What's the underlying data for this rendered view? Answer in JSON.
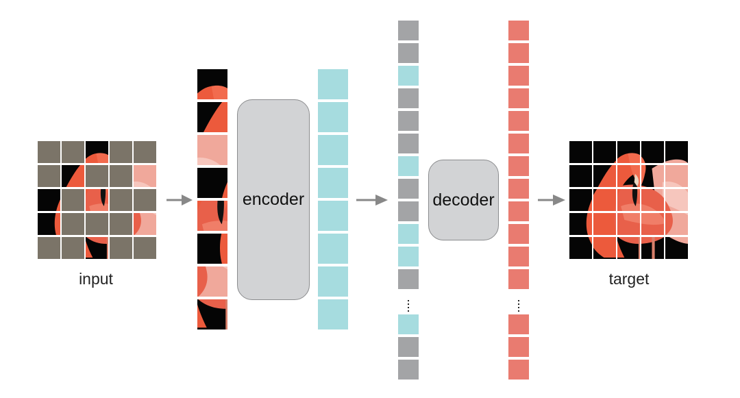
{
  "title": "Masked autoencoder pipeline",
  "labels": {
    "input": "input",
    "encoder": "encoder",
    "decoder": "decoder",
    "target": "target"
  },
  "colors": {
    "mask_patch": "#7b7468",
    "encoded_token": "#a6dcdf",
    "mask_token": "#a3a4a6",
    "decoded_token": "#e97b70",
    "block_gray": "#d2d3d5",
    "arrow": "#888888"
  },
  "input_grid": {
    "rows": 5,
    "cols": 5,
    "visible_patches": [
      [
        0,
        2
      ],
      [
        1,
        1
      ],
      [
        1,
        4
      ],
      [
        2,
        0
      ],
      [
        2,
        2
      ],
      [
        3,
        0
      ],
      [
        3,
        4
      ],
      [
        4,
        2
      ]
    ]
  },
  "visible_patch_column": {
    "count": 8
  },
  "encoded_column": {
    "count": 8
  },
  "decoder_input_column": {
    "tokens_before_ellipsis": [
      "mask",
      "mask",
      "encoded",
      "mask",
      "mask",
      "mask",
      "encoded",
      "mask",
      "mask",
      "encoded",
      "encoded",
      "mask"
    ],
    "ellipsis": "⋮",
    "tokens_after_ellipsis": [
      "encoded",
      "mask",
      "mask"
    ]
  },
  "decoder_output_column": {
    "count_before_ellipsis": 12,
    "ellipsis": "⋮",
    "count_after_ellipsis": 3
  },
  "target_grid": {
    "rows": 5,
    "cols": 5
  },
  "arrows": [
    "input-to-patches",
    "encoder-to-decoder-input",
    "decoder-output-to-target"
  ]
}
